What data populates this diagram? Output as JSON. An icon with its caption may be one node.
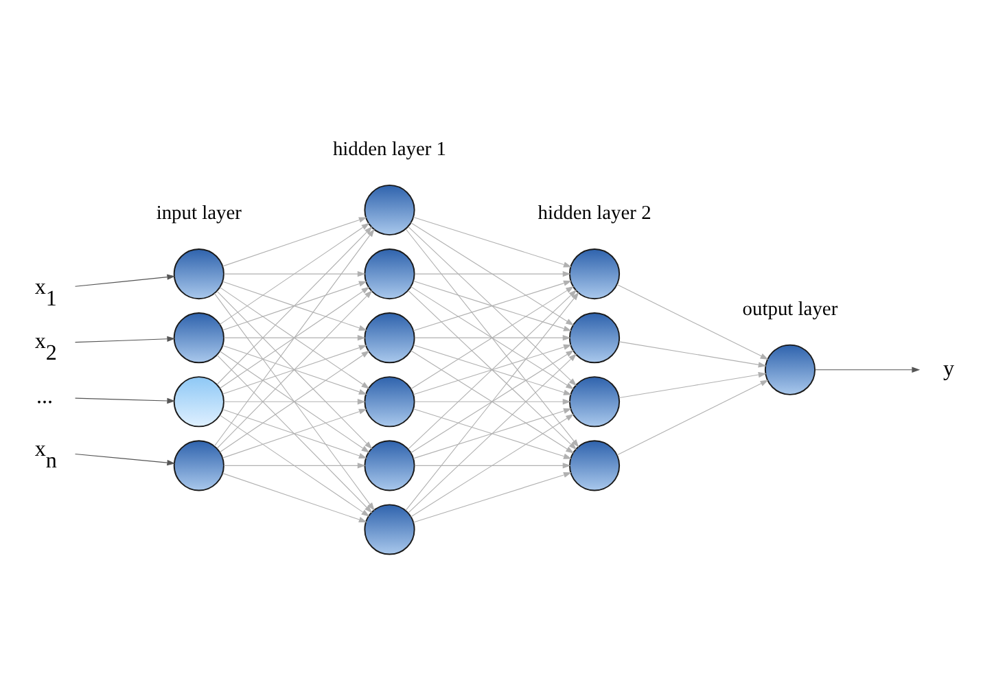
{
  "diagram": {
    "nodes": [
      {
        "text": [
          "x$_{1}$"
        ]
      },
      {
        "text": [
          "x$_{2}$"
        ]
      },
      {
        "text": [
          "..."
        ]
      },
      {
        "text": [
          "x$_{n}$"
        ]
      },
      {
        "text": [],
        "shape": "circle"
      },
      {
        "text": [],
        "shape": "circle"
      },
      {
        "text": [],
        "shape": "circle"
      },
      {
        "text": [],
        "shape": "circle"
      },
      {
        "text": [],
        "shape": "circle"
      },
      {
        "text": [],
        "shape": "circle"
      },
      {
        "text": [],
        "shape": "circle"
      },
      {
        "text": [],
        "shape": "circle"
      },
      {
        "text": [],
        "shape": "circle"
      },
      {
        "text": [],
        "shape": "circle"
      },
      {
        "text": [],
        "shape": "circle"
      },
      {
        "text": [],
        "shape": "circle"
      },
      {
        "text": [],
        "shape": "circle"
      },
      {
        "text": [],
        "shape": "circle"
      },
      {
        "text": [],
        "shape": "circle"
      },
      {
        "text": [
          "y"
        ]
      }
    ],
    "edges": [
      {
        "from": 0,
        "to": 4,
        "arrow": "to",
        "color": "#555555"
      },
      {
        "from": 1,
        "to": 5,
        "arrow": "to",
        "color": "#555555"
      },
      {
        "from": 2,
        "to": 6,
        "arrow": "to",
        "color": "#555555"
      },
      {
        "from": 3,
        "to": 7,
        "arrow": "to",
        "color": "#555555"
      },
      {
        "from": 4,
        "to": 8,
        "arrow": "to"
      },
      {
        "from": 4,
        "to": 9,
        "arrow": "to"
      },
      {
        "from": 4,
        "to": 10,
        "arrow": "to"
      },
      {
        "from": 4,
        "to": 11,
        "arrow": "to"
      },
      {
        "from": 4,
        "to": 12,
        "arrow": "to"
      },
      {
        "from": 4,
        "to": 13,
        "arrow": "to"
      },
      {
        "from": 5,
        "to": 8,
        "arrow": "to"
      },
      {
        "from": 5,
        "to": 9,
        "arrow": "to"
      },
      {
        "from": 5,
        "to": 10,
        "arrow": "to"
      },
      {
        "from": 5,
        "to": 11,
        "arrow": "to"
      },
      {
        "from": 5,
        "to": 12,
        "arrow": "to"
      },
      {
        "from": 5,
        "to": 13,
        "arrow": "to"
      },
      {
        "from": 6,
        "to": 8,
        "arrow": "to"
      },
      {
        "from": 6,
        "to": 9,
        "arrow": "to"
      },
      {
        "from": 6,
        "to": 10,
        "arrow": "to"
      },
      {
        "from": 6,
        "to": 11,
        "arrow": "to"
      },
      {
        "from": 6,
        "to": 12,
        "arrow": "to"
      },
      {
        "from": 6,
        "to": 13,
        "arrow": "to"
      },
      {
        "from": 7,
        "to": 8,
        "arrow": "to"
      },
      {
        "from": 7,
        "to": 9,
        "arrow": "to"
      },
      {
        "from": 7,
        "to": 10,
        "arrow": "to"
      },
      {
        "from": 7,
        "to": 11,
        "arrow": "to"
      },
      {
        "from": 7,
        "to": 12,
        "arrow": "to"
      },
      {
        "from": 7,
        "to": 13,
        "arrow": "to"
      },
      {
        "from": 8,
        "to": 14,
        "arrow": "to"
      },
      {
        "from": 8,
        "to": 15,
        "arrow": "to"
      },
      {
        "from": 8,
        "to": 16,
        "arrow": "to"
      },
      {
        "from": 8,
        "to": 17,
        "arrow": "to"
      },
      {
        "from": 9,
        "to": 14,
        "arrow": "to"
      },
      {
        "from": 9,
        "to": 15,
        "arrow": "to"
      },
      {
        "from": 9,
        "to": 16,
        "arrow": "to"
      },
      {
        "from": 9,
        "to": 17,
        "arrow": "to"
      },
      {
        "from": 10,
        "to": 14,
        "arrow": "to"
      },
      {
        "from": 10,
        "to": 15,
        "arrow": "to"
      },
      {
        "from": 10,
        "to": 16,
        "arrow": "to"
      },
      {
        "from": 10,
        "to": 17,
        "arrow": "to"
      },
      {
        "from": 11,
        "to": 14,
        "arrow": "to"
      },
      {
        "from": 11,
        "to": 15,
        "arrow": "to"
      },
      {
        "from": 11,
        "to": 16,
        "arrow": "to"
      },
      {
        "from": 11,
        "to": 17,
        "arrow": "to"
      },
      {
        "from": 12,
        "to": 14,
        "arrow": "to"
      },
      {
        "from": 12,
        "to": 15,
        "arrow": "to"
      },
      {
        "from": 12,
        "to": 16,
        "arrow": "to"
      },
      {
        "from": 12,
        "to": 17,
        "arrow": "to"
      },
      {
        "from": 13,
        "to": 14,
        "arrow": "to"
      },
      {
        "from": 13,
        "to": 15,
        "arrow": "to"
      },
      {
        "from": 13,
        "to": 16,
        "arrow": "to"
      },
      {
        "from": 13,
        "to": 17,
        "arrow": "to"
      },
      {
        "from": 14,
        "to": 18,
        "arrow": "to"
      },
      {
        "from": 15,
        "to": 18,
        "arrow": "to"
      },
      {
        "from": 16,
        "to": 18,
        "arrow": "to"
      },
      {
        "from": 17,
        "to": 18,
        "arrow": "to"
      },
      {
        "from": 18,
        "to": 19,
        "arrow": "to",
        "color": "#555555"
      }
    ],
    "labels": [
      "input layer",
      "hidden layer 1",
      "hidden layer 2",
      "output layer"
    ]
  }
}
